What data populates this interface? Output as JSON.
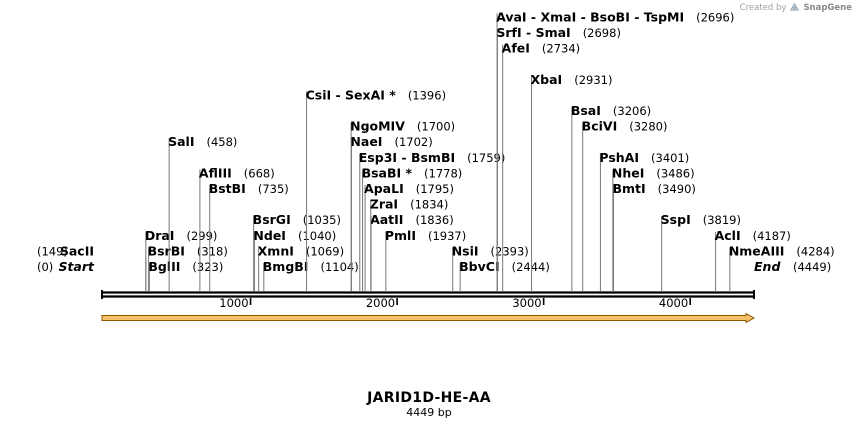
{
  "credit": {
    "text": "Created by",
    "brand": "SnapGene",
    "icon": "snapgene-logo-icon"
  },
  "map": {
    "title": "JARID1D-HE-AA",
    "size_label": "4449 bp",
    "length": 4449,
    "colors": {
      "backbone": "#000000",
      "feature_arrow": "#f5c06a",
      "feature_edge": "#8a5a00",
      "leader": "#777777"
    },
    "ticks": [
      {
        "value": 1000,
        "label": "1000"
      },
      {
        "value": 2000,
        "label": "2000"
      },
      {
        "value": 3000,
        "label": "3000"
      },
      {
        "value": 4000,
        "label": "4000"
      }
    ],
    "features": [
      {
        "type": "arrow",
        "start": 1,
        "end": 4449,
        "direction": "forward"
      }
    ],
    "sites": [
      {
        "names": [
          "Start"
        ],
        "pos": 0,
        "pos_label": "(0)",
        "italic": true,
        "row": 0,
        "side": "left"
      },
      {
        "names": [
          "SacII"
        ],
        "pos": 149,
        "pos_label": "(149)",
        "row": 1,
        "side": "left"
      },
      {
        "names": [
          "End"
        ],
        "pos": 4449,
        "pos_label": "(4449)",
        "italic": true,
        "row": 0,
        "side": "right"
      },
      {
        "names": [
          "BglII"
        ],
        "pos": 323,
        "pos_label": "(323)",
        "row": 0
      },
      {
        "names": [
          "BsrBI"
        ],
        "pos": 318,
        "pos_label": "(318)",
        "row": 1
      },
      {
        "names": [
          "DraI"
        ],
        "pos": 299,
        "pos_label": "(299)",
        "row": 2
      },
      {
        "names": [
          "BstBI"
        ],
        "pos": 735,
        "pos_label": "(735)",
        "row": 5
      },
      {
        "names": [
          "AflIII"
        ],
        "pos": 668,
        "pos_label": "(668)",
        "row": 6
      },
      {
        "names": [
          "SalI"
        ],
        "pos": 458,
        "pos_label": "(458)",
        "row": 8
      },
      {
        "names": [
          "BmgBI"
        ],
        "pos": 1104,
        "pos_label": "(1104)",
        "row": 0
      },
      {
        "names": [
          "XmnI"
        ],
        "pos": 1069,
        "pos_label": "(1069)",
        "row": 1
      },
      {
        "names": [
          "NdeI"
        ],
        "pos": 1040,
        "pos_label": "(1040)",
        "row": 2
      },
      {
        "names": [
          "BsrGI"
        ],
        "pos": 1035,
        "pos_label": "(1035)",
        "row": 3
      },
      {
        "names": [
          "PmlI"
        ],
        "pos": 1937,
        "pos_label": "(1937)",
        "row": 2
      },
      {
        "names": [
          "AatII"
        ],
        "pos": 1836,
        "pos_label": "(1836)",
        "row": 3
      },
      {
        "names": [
          "ZraI"
        ],
        "pos": 1834,
        "pos_label": "(1834)",
        "row": 4
      },
      {
        "names": [
          "ApaLI"
        ],
        "pos": 1795,
        "pos_label": "(1795)",
        "row": 5
      },
      {
        "names": [
          "BsaBI *"
        ],
        "pos": 1778,
        "pos_label": "(1778)",
        "row": 6
      },
      {
        "names": [
          "Esp3I",
          "BsmBI"
        ],
        "pos": 1759,
        "pos_label": "(1759)",
        "row": 7
      },
      {
        "names": [
          "NaeI"
        ],
        "pos": 1702,
        "pos_label": "(1702)",
        "row": 8
      },
      {
        "names": [
          "NgoMIV"
        ],
        "pos": 1700,
        "pos_label": "(1700)",
        "row": 9
      },
      {
        "names": [
          "CsiI",
          "SexAI *"
        ],
        "pos": 1396,
        "pos_label": "(1396)",
        "row": 11
      },
      {
        "names": [
          "BbvCI"
        ],
        "pos": 2444,
        "pos_label": "(2444)",
        "row": 0
      },
      {
        "names": [
          "NsiI"
        ],
        "pos": 2393,
        "pos_label": "(2393)",
        "row": 1
      },
      {
        "names": [
          "XbaI"
        ],
        "pos": 2931,
        "pos_label": "(2931)",
        "row": 12
      },
      {
        "names": [
          "AfeI"
        ],
        "pos": 2734,
        "pos_label": "(2734)",
        "row": 14
      },
      {
        "names": [
          "SrfI",
          "SmaI"
        ],
        "pos": 2698,
        "pos_label": "(2698)",
        "row": 15
      },
      {
        "names": [
          "AvaI",
          "XmaI",
          "BsoBI",
          "TspMI"
        ],
        "pos": 2696,
        "pos_label": "(2696)",
        "row": 16
      },
      {
        "names": [
          "BsaI"
        ],
        "pos": 3206,
        "pos_label": "(3206)",
        "row": 10
      },
      {
        "names": [
          "BciVI"
        ],
        "pos": 3280,
        "pos_label": "(3280)",
        "row": 9
      },
      {
        "names": [
          "PshAI"
        ],
        "pos": 3401,
        "pos_label": "(3401)",
        "row": 7
      },
      {
        "names": [
          "NheI"
        ],
        "pos": 3486,
        "pos_label": "(3486)",
        "row": 6
      },
      {
        "names": [
          "BmtI"
        ],
        "pos": 3490,
        "pos_label": "(3490)",
        "row": 5
      },
      {
        "names": [
          "SspI"
        ],
        "pos": 3819,
        "pos_label": "(3819)",
        "row": 3
      },
      {
        "names": [
          "AclI"
        ],
        "pos": 4187,
        "pos_label": "(4187)",
        "row": 2
      },
      {
        "names": [
          "NmeAIII"
        ],
        "pos": 4284,
        "pos_label": "(4284)",
        "row": 1
      }
    ]
  }
}
